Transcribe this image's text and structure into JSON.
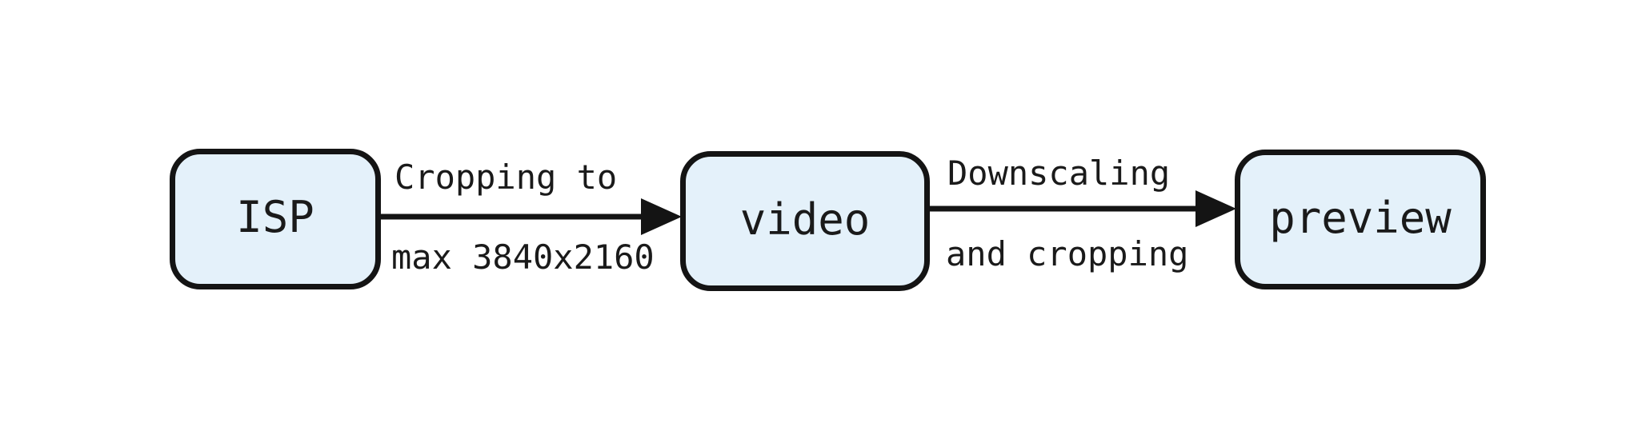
{
  "diagram": {
    "type": "flowchart",
    "direction": "left-to-right",
    "nodes": [
      {
        "id": "isp",
        "label": "ISP"
      },
      {
        "id": "video",
        "label": "video"
      },
      {
        "id": "preview",
        "label": "preview"
      }
    ],
    "edges": [
      {
        "from": "isp",
        "to": "video",
        "label_line1": "Cropping to",
        "label_line2": "max 3840x2160"
      },
      {
        "from": "video",
        "to": "preview",
        "label_line1": "Downscaling",
        "label_line2": "and cropping"
      }
    ]
  },
  "colors": {
    "background": "#ffffff",
    "node_fill": "#e4f1fa",
    "node_border": "#141414",
    "arrow": "#141414",
    "text": "#1a1a1a"
  }
}
